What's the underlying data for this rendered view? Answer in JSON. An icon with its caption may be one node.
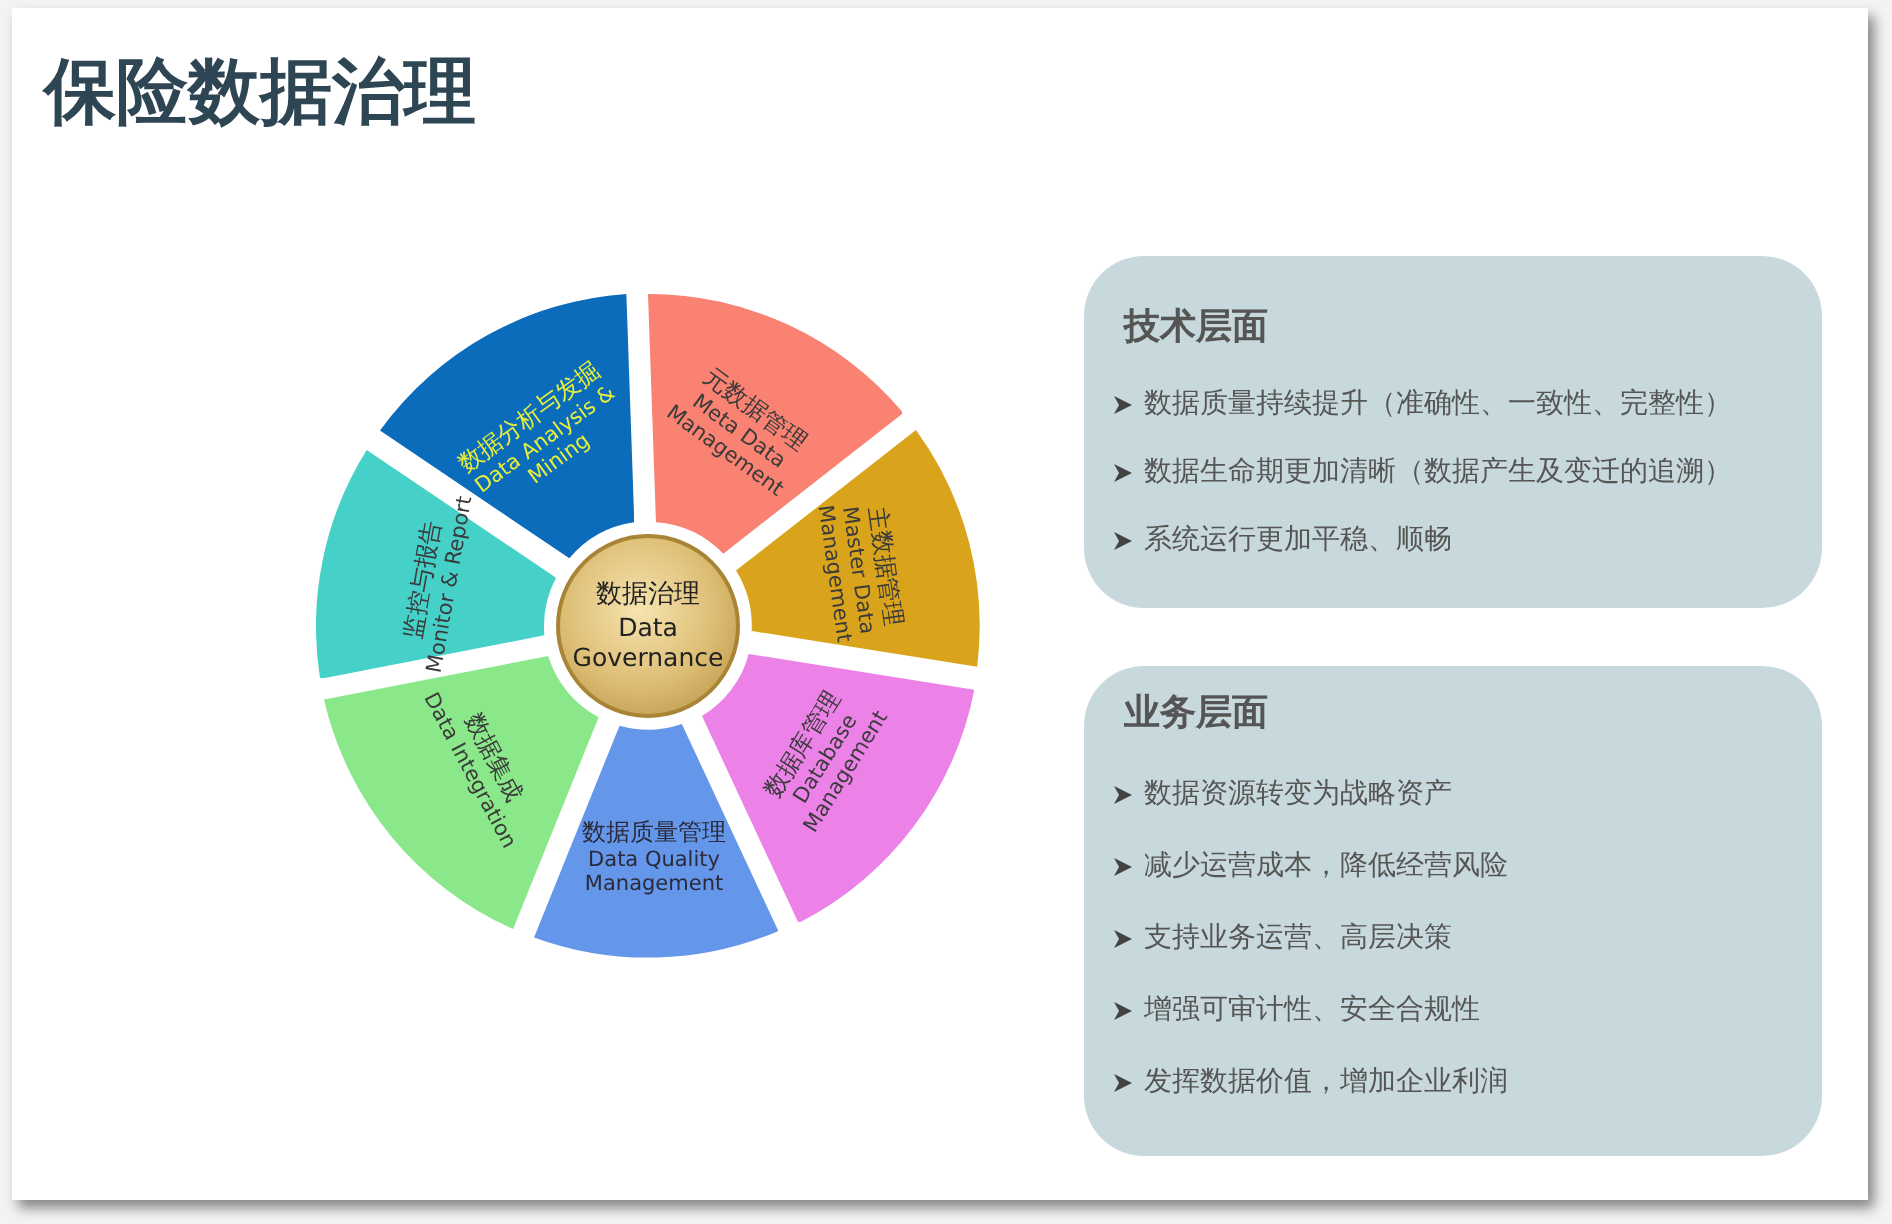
{
  "diagram": {
    "title": "保险数据治理",
    "nodes": [
      {
        "text": [
          "数据治理",
          "Data Governance"
        ]
      },
      {
        "text": [
          "元数据管理",
          "Meta Data Management"
        ]
      },
      {
        "text": [
          "主数据管理",
          "Master Data Management"
        ]
      },
      {
        "text": [
          "数据库管理",
          "Database Management"
        ]
      },
      {
        "text": [
          "数据质量管理",
          "Data Quality Management"
        ]
      },
      {
        "text": [
          "数据集成",
          "Data Integration"
        ]
      },
      {
        "text": [
          "监控与报告",
          "Monitor & Report"
        ]
      },
      {
        "text": [
          "数据分析与发掘",
          "Data Analysis & Mining"
        ]
      },
      {
        "text": [
          "技术层面",
          "数据质量持续提升（准确性、一致性、完整性）",
          "数据生命期更加清晰（数据产生及变迁的追溯）",
          "系统运行更加平稳、顺畅"
        ]
      },
      {
        "text": [
          "业务层面",
          "数据资源转变为战略资产",
          "减少运营成本，降低经营风险",
          "支持业务运营、高层决策",
          "增强可审计性、安全合规性",
          "发挥数据价值，增加企业利润"
        ]
      }
    ],
    "edges": []
  }
}
